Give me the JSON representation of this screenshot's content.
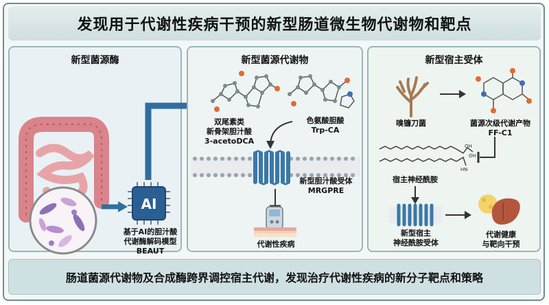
{
  "title": "发现用于代谢性疾病干预的新型肠道微生物代谢物和靶点",
  "panels": {
    "enzymes": {
      "title": "新型菌源酶",
      "chip_label": "AI",
      "model_label_line1": "基于AI的胆汁酸",
      "model_label_line2": "代谢酶解码模型",
      "model_label_line3": "BEAUT"
    },
    "metabolites": {
      "title": "新型菌源代谢物",
      "compound1_line1": "双尾素类",
      "compound1_line2": "新骨架胆汁酸",
      "compound1_line3": "3-acetoDCA",
      "compound2_line1": "色氨酸胆酸",
      "compound2_line2": "Trp-CA",
      "receptor_line1": "新型胆汁酸受体",
      "receptor_line2": "MRGPRE",
      "disease_label": "代谢性疾病"
    },
    "receptors": {
      "title": "新型宿主受体",
      "fungus_label": "嗅镰刀菌",
      "product_line1": "菌源次级代谢产物",
      "product_line2": "FF-C1",
      "lipid_label": "宿主神经酰胺",
      "receptor_line1": "新型宿主",
      "receptor_line2": "神经酰胺受体",
      "outcome_line1": "代谢健康",
      "outcome_line2": "与靶向干预"
    }
  },
  "footer": "肠道菌源代谢物及合成酶跨界调控宿主代谢，发现治疗代谢性疾病的新分子靶点和策略",
  "colors": {
    "frame": "#6f8c8f",
    "panel_border": "#9ab6b8",
    "arrow_blue": "#2f6f9f",
    "chip_blue": "#2a5f93",
    "receptor_blue": "#3a78a8",
    "intestine": "#d9848a"
  }
}
